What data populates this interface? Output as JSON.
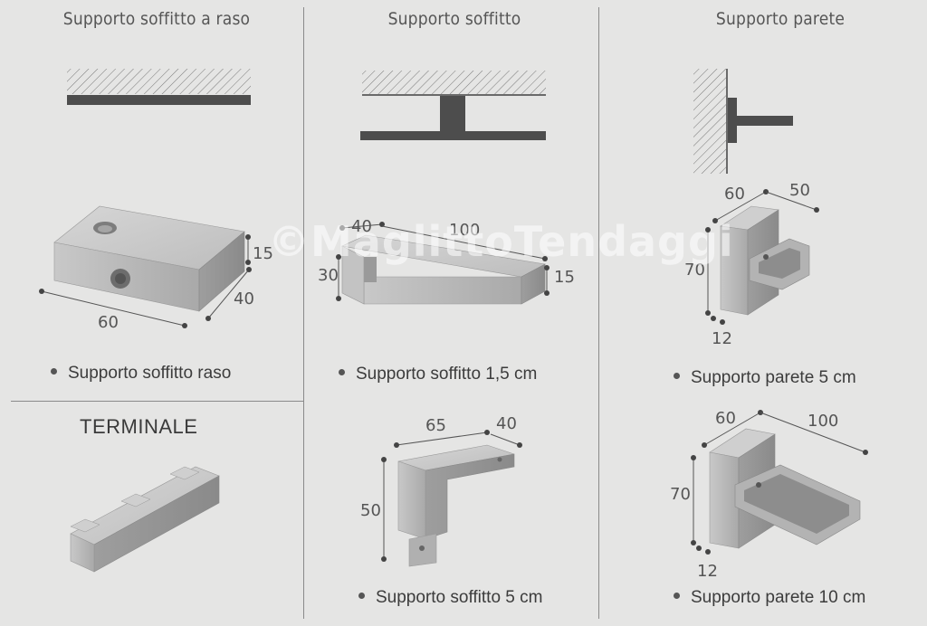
{
  "columns": {
    "col1_title": "Supporto soffitto a raso",
    "col2_title": "Supporto soffitto",
    "col3_title": "Supporto parete"
  },
  "products": {
    "raso": {
      "caption": "Supporto soffitto raso",
      "dims": {
        "h": "15",
        "d": "40",
        "w": "60"
      }
    },
    "soffitto_15": {
      "caption": "Supporto soffitto 1,5 cm",
      "dims": {
        "a": "40",
        "b": "100",
        "c": "30",
        "d": "15"
      }
    },
    "soffitto_5": {
      "caption": "Supporto soffitto 5 cm",
      "dims": {
        "a": "65",
        "b": "40",
        "c": "50"
      }
    },
    "parete_5": {
      "caption": "Supporto parete 5 cm",
      "dims": {
        "a": "60",
        "b": "50",
        "c": "70",
        "d": "12"
      }
    },
    "parete_10": {
      "caption": "Supporto parete 10 cm",
      "dims": {
        "a": "60",
        "b": "100",
        "c": "70",
        "d": "12"
      }
    }
  },
  "terminale": {
    "title": "TERMINALE"
  },
  "watermark": "©MaglittoTendaggi",
  "colors": {
    "background": "#e5e5e4",
    "dark_bar": "#4d4d4d",
    "metal": "#b8b8b8"
  }
}
